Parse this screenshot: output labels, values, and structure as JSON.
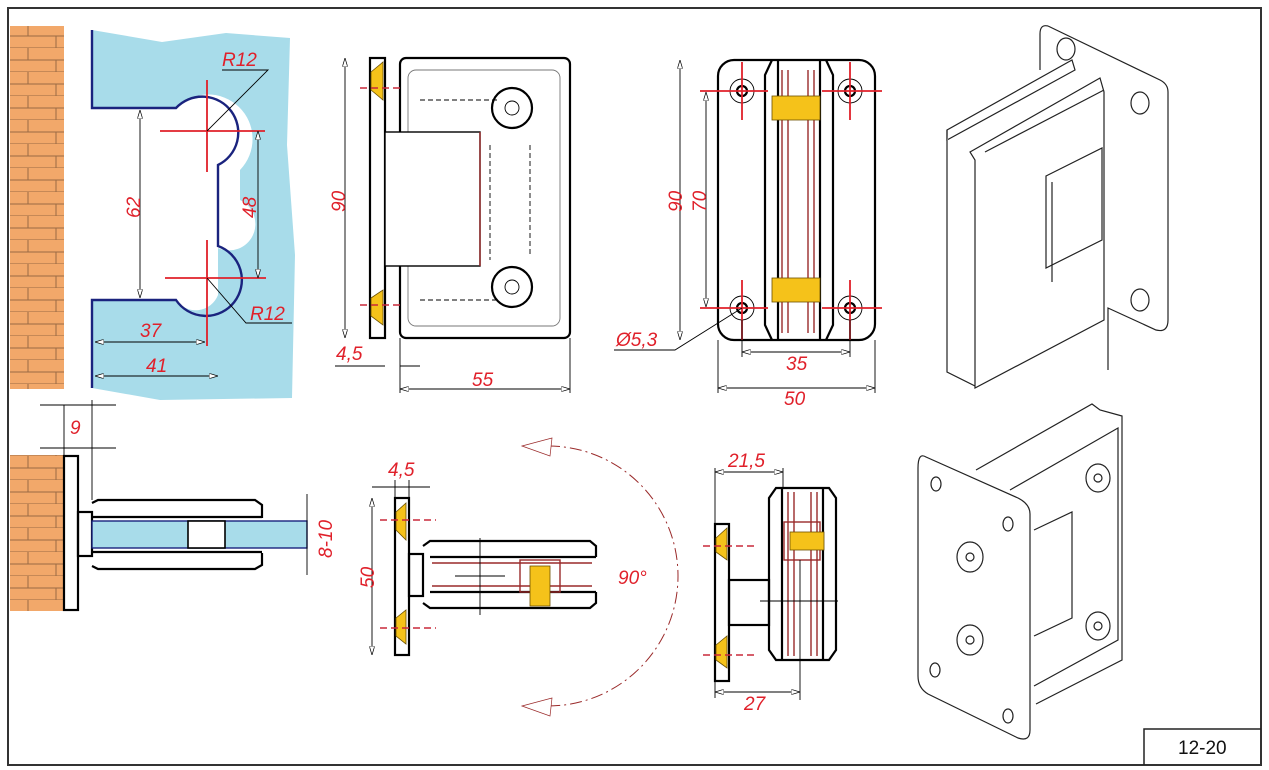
{
  "drawing": {
    "sheet_number": "12-20",
    "colors": {
      "dimension_text": "#e0202a",
      "center_lines": "#e0202a",
      "glass": "#a8dcea",
      "glass_outline": "#1a237e",
      "wall_brick": "#f2a86a",
      "screws": "#f5c21a",
      "outline": "#000000"
    }
  },
  "glass_cutout_view": {
    "title": "Glass cutout",
    "dimensions": {
      "radius_top": "R12",
      "radius_bottom": "R12",
      "cutout_height": "62",
      "hole_spacing": "48",
      "edge_to_center": "37",
      "edge_to_slot": "41",
      "wall_gap": "9"
    }
  },
  "front_view": {
    "dimensions": {
      "height": "90",
      "plate_thickness": "4,5",
      "width": "55"
    }
  },
  "side_view": {
    "dimensions": {
      "height": "90",
      "hole_spacing_vertical": "70",
      "hole_diameter": "Ø5,3",
      "hole_spacing_horizontal": "35",
      "width": "50"
    }
  },
  "top_section_view": {
    "dimensions": {
      "glass_thickness": "8-10"
    }
  },
  "rotation_view": {
    "dimensions": {
      "plate_thickness": "4,5",
      "plate_width": "50",
      "opening_angle": "90°"
    }
  },
  "end_view": {
    "dimensions": {
      "offset_to_clamp": "21,5",
      "offset_to_glass_center": "27"
    }
  },
  "isometric_views": [
    {
      "name": "isometric-rear-view"
    },
    {
      "name": "isometric-front-view"
    }
  ]
}
